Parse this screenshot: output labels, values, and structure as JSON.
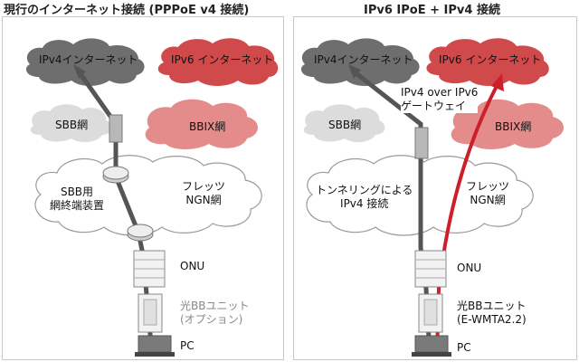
{
  "left": {
    "title": "現行のインターネット接続 (PPPoE v4 接続)",
    "ipv4_cloud": "IPv4インターネット",
    "ipv6_cloud": "IPv6 インターネット",
    "sbb_cloud": "SBB網",
    "bbix_cloud": "BBIX網",
    "ngn_cloud": "フレッツ\nNGN網",
    "terminal": "SBB用\n網終端装置",
    "onu": "ONU",
    "unit": "光BBユニット\n(オプション)",
    "pc": "PC"
  },
  "right": {
    "title": "IPv6 IPoE + IPv4 接続",
    "ipv4_cloud": "IPv4インターネット",
    "ipv6_cloud": "IPv6 インターネット",
    "sbb_cloud": "SBB網",
    "bbix_cloud": "BBIX網",
    "gateway": "IPv4 over IPv6\nゲートウェイ",
    "ngn_cloud": "フレッツ\nNGN網",
    "tunnel": "トンネリングによる\nIPv4 接続",
    "onu": "ONU",
    "unit": "光BBユニット\n(E-WMTA2.2)",
    "pc": "PC"
  },
  "colors": {
    "ipv4_cloud": "#6e6e6e",
    "ipv6_cloud": "#d04a4c",
    "sbb_cloud": "#dcdcdc",
    "bbix_cloud": "#e48c8c",
    "ngn_cloud": "#ffffff",
    "ipv4_line": "#555555",
    "ipv6_line": "#cc1f2a"
  }
}
